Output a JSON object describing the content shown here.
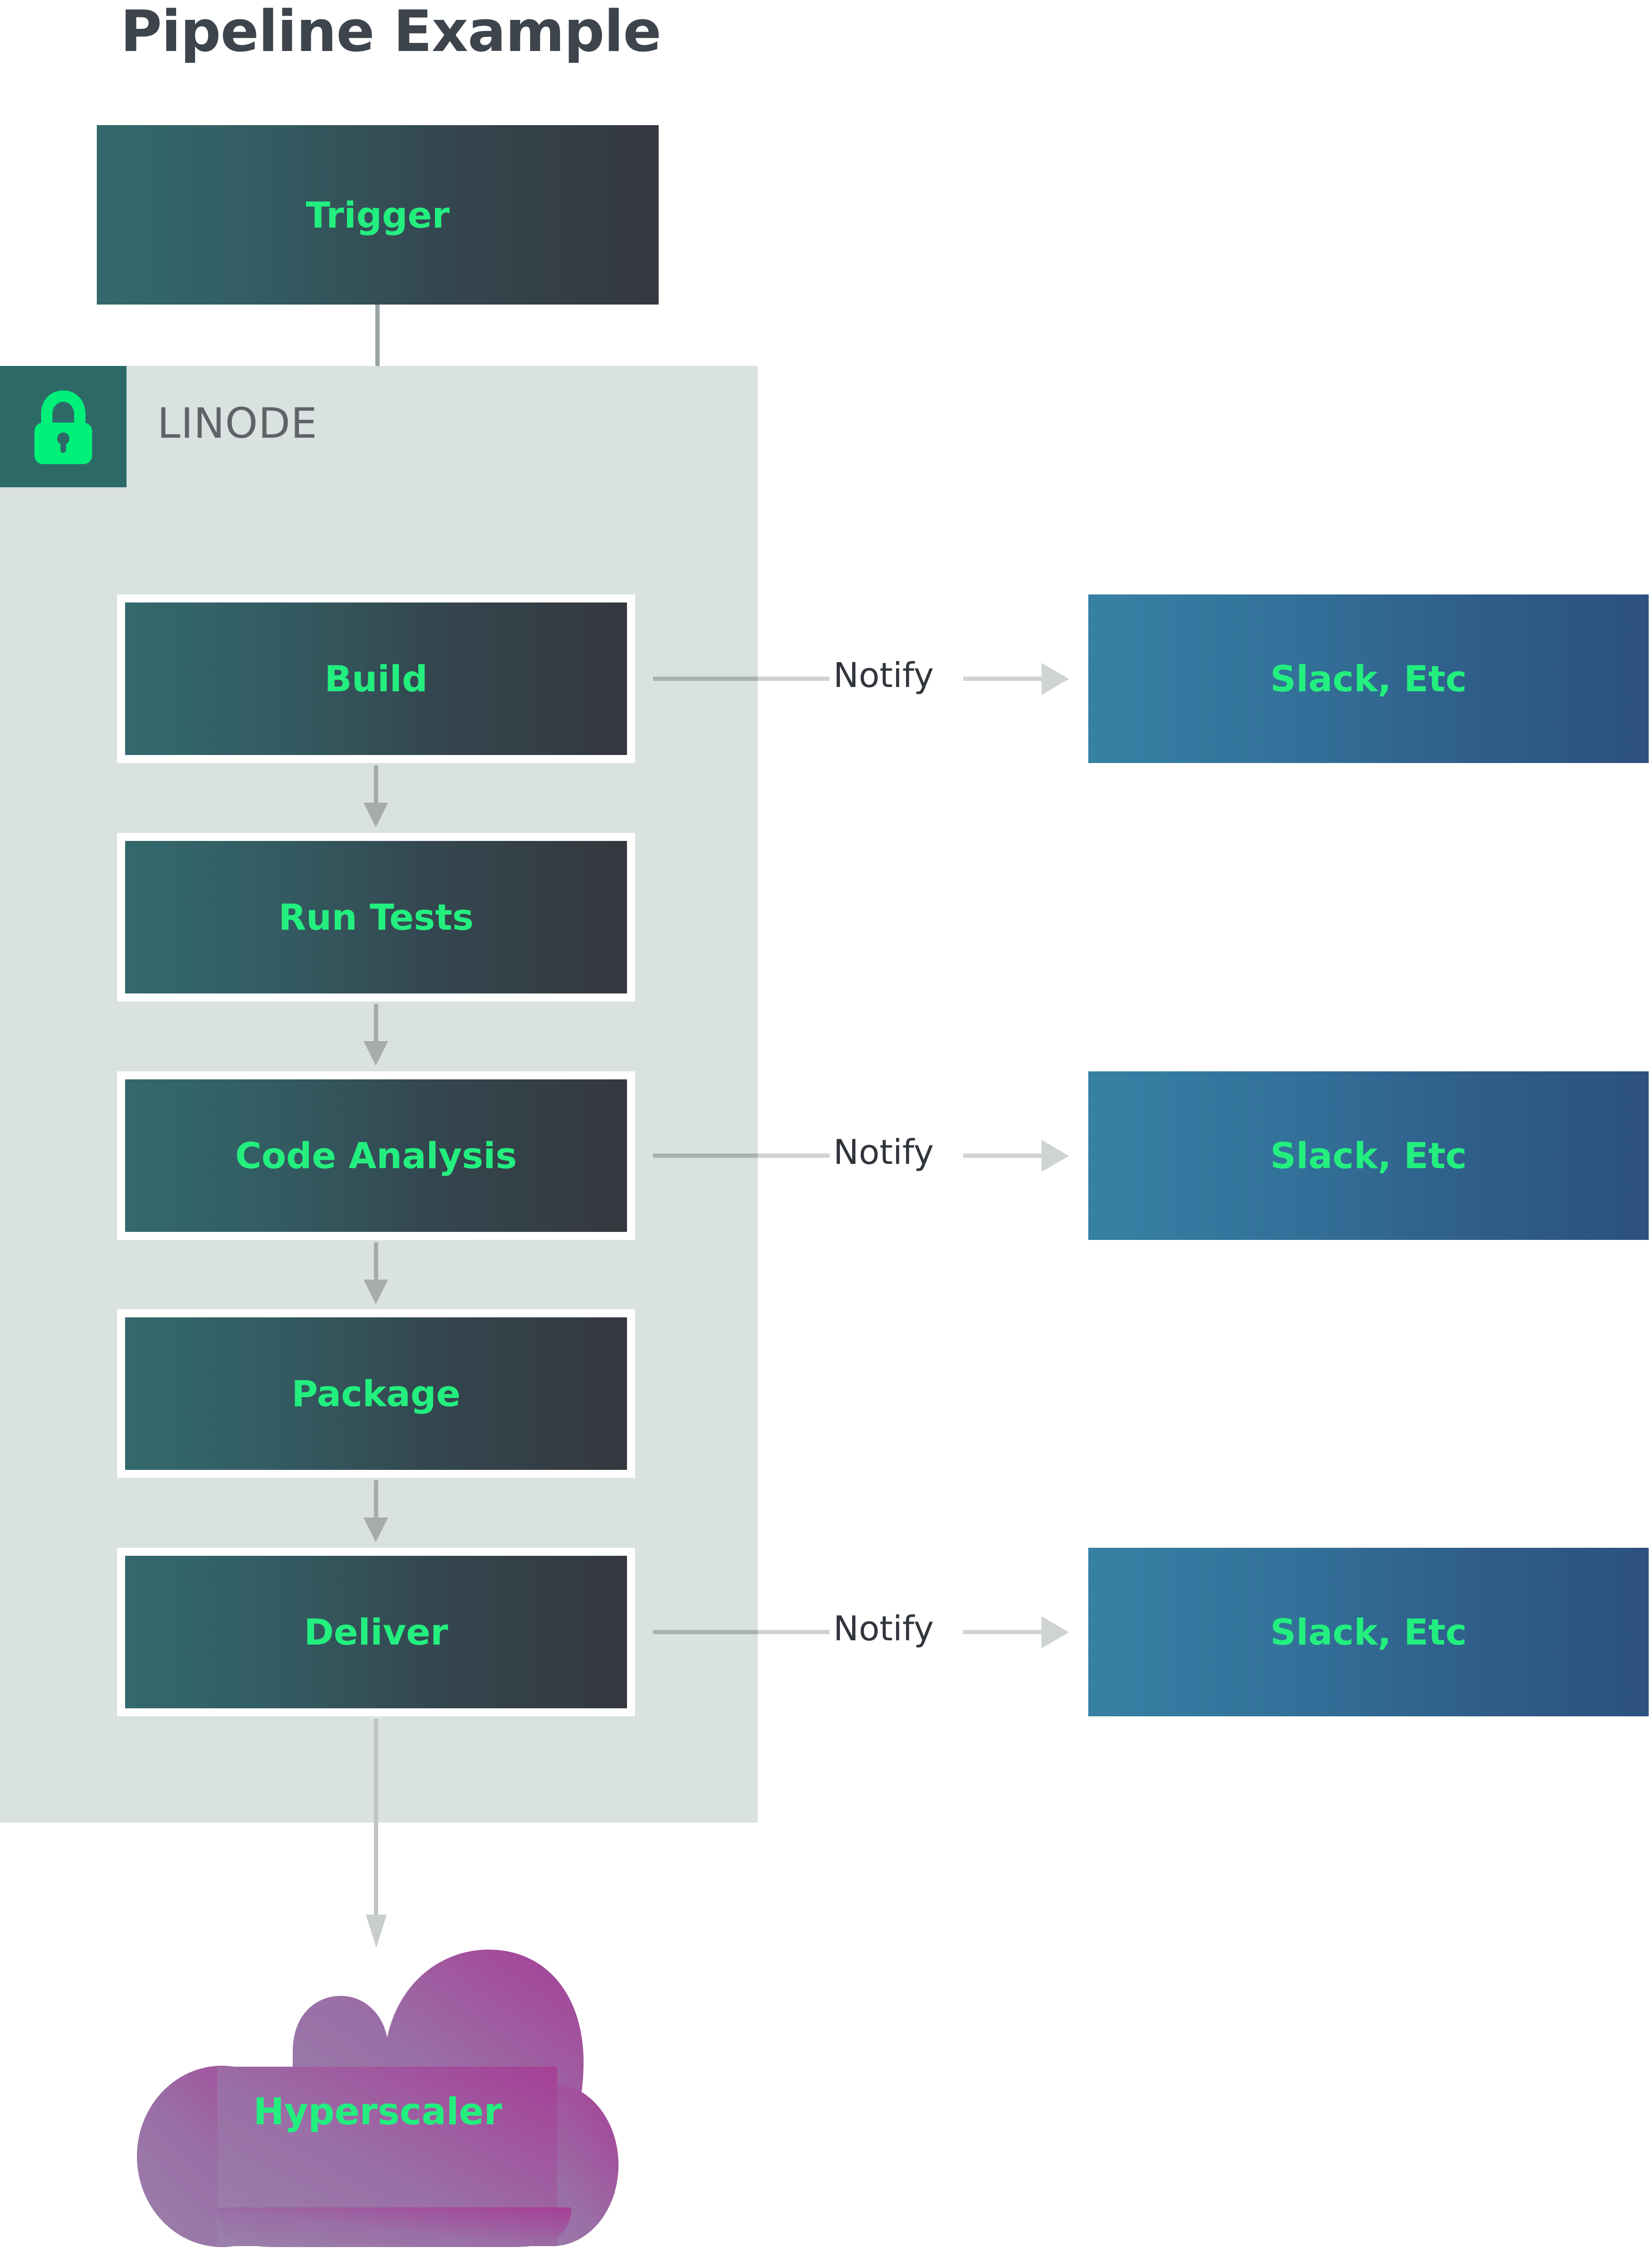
{
  "page": {
    "title": "Pipeline Example",
    "background": "#ffffff"
  },
  "colors": {
    "node_text": "#23ef7f",
    "node_gradient_start": "#33696c",
    "node_gradient_end": "#35383e",
    "notify_gradient_start": "#3681a4",
    "notify_gradient_end": "#2d5180",
    "boundary_fill": "#d9e2e1",
    "boundary_badge_fill": "#2d6a67",
    "lock_icon": "#00f07a",
    "connector": "#a7abab",
    "title_text": "#3d444c",
    "boundary_label_text": "#5e6466",
    "cloud_gradient_start": "#9b7aa8",
    "cloud_gradient_end": "#a1469a"
  },
  "boundary": {
    "label": "LINODE",
    "icon": "lock-icon"
  },
  "trigger": {
    "label": "Trigger"
  },
  "stages": [
    {
      "id": "build",
      "label": "Build",
      "notifies": true
    },
    {
      "id": "run-tests",
      "label": "Run Tests",
      "notifies": false
    },
    {
      "id": "code-analysis",
      "label": "Code Analysis",
      "notifies": true
    },
    {
      "id": "package",
      "label": "Package",
      "notifies": false
    },
    {
      "id": "deliver",
      "label": "Deliver",
      "notifies": true
    }
  ],
  "notify": {
    "label": "Notify",
    "target_label": "Slack, Etc"
  },
  "notifications": [
    {
      "edge_label": "Notify",
      "target": "Slack, Etc"
    },
    {
      "edge_label": "Notify",
      "target": "Slack, Etc"
    },
    {
      "edge_label": "Notify",
      "target": "Slack, Etc"
    }
  ],
  "cloud": {
    "label": "Hyperscaler",
    "icon": "cloud-shape"
  }
}
